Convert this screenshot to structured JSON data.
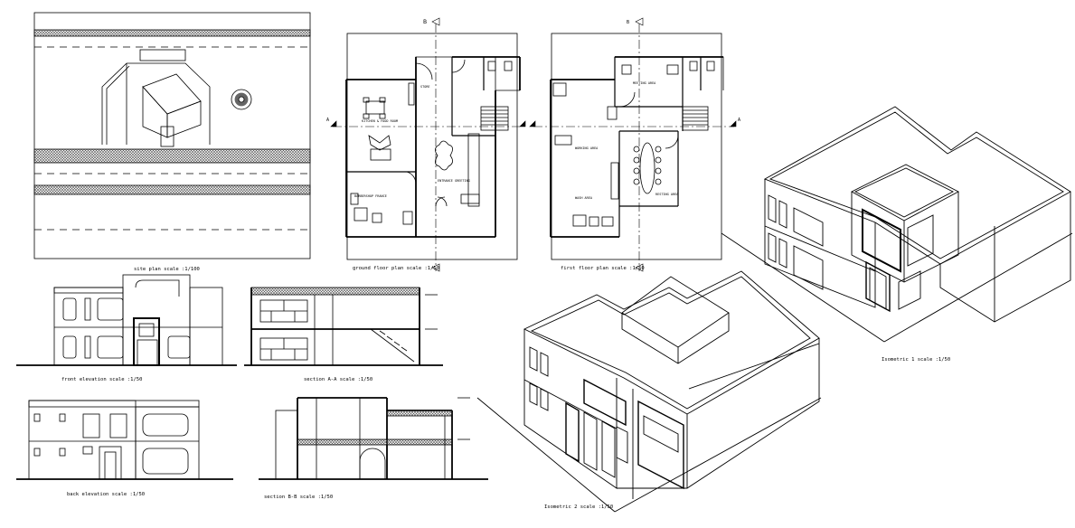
{
  "drawings": {
    "site_plan": {
      "caption": "site plan scale :1/100"
    },
    "ground_floor_plan": {
      "caption": "ground floor plan scale :1/50",
      "rooms": {
        "store": "STORE",
        "kitchen": "KITCHEN & FOOD ROOM",
        "entrance": "ENTRANCE GREETING",
        "barbershop": "BARBERSHOP FRANCE"
      }
    },
    "first_floor_plan": {
      "caption": "first floor plan scale :1/50",
      "rooms": {
        "meeting": "MEETING AREA",
        "working": "WORKING AREA",
        "resting": "RESTING AREA",
        "wash": "WASH AREA"
      }
    },
    "front_elevation": {
      "caption": "front elevation scale :1/50"
    },
    "section_aa": {
      "caption": "section A-A scale :1/50"
    },
    "back_elevation": {
      "caption": "back elevation scale :1/50"
    },
    "section_bb": {
      "caption": "section B-B scale :1/50"
    },
    "isometric_1": {
      "caption": "Isometric 1 scale :1/50"
    },
    "isometric_2": {
      "caption": "Isometric 2 scale :1/50"
    }
  },
  "section_markers": {
    "a_left": "A",
    "a_right": "A",
    "b_top": "B",
    "b_bottom": "B"
  },
  "colors": {
    "line": "#000000",
    "background": "#ffffff",
    "hatch": "#555555"
  }
}
